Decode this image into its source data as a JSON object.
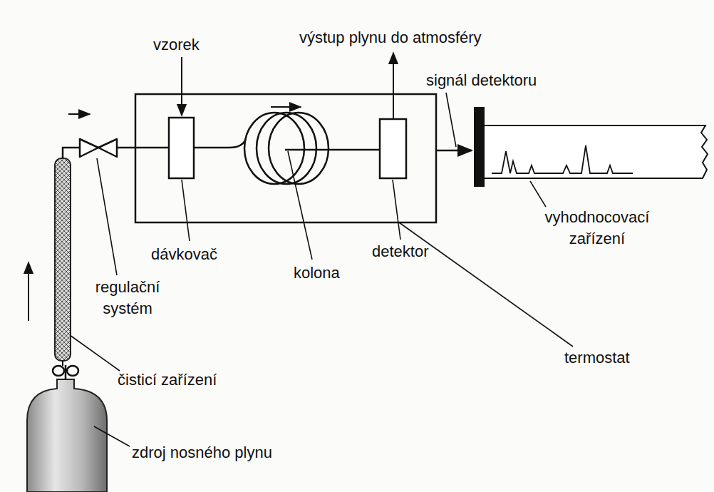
{
  "diagram": {
    "labels": [
      "vzorek",
      "výstup plynu do atmosféry",
      "signál detektoru",
      "dávkovač",
      "kolona",
      "detektor",
      "vyhodnocovací zařízení",
      "regulační systém",
      "termostat",
      "čisticí zařízení",
      "zdroj nosného plynu"
    ]
  }
}
